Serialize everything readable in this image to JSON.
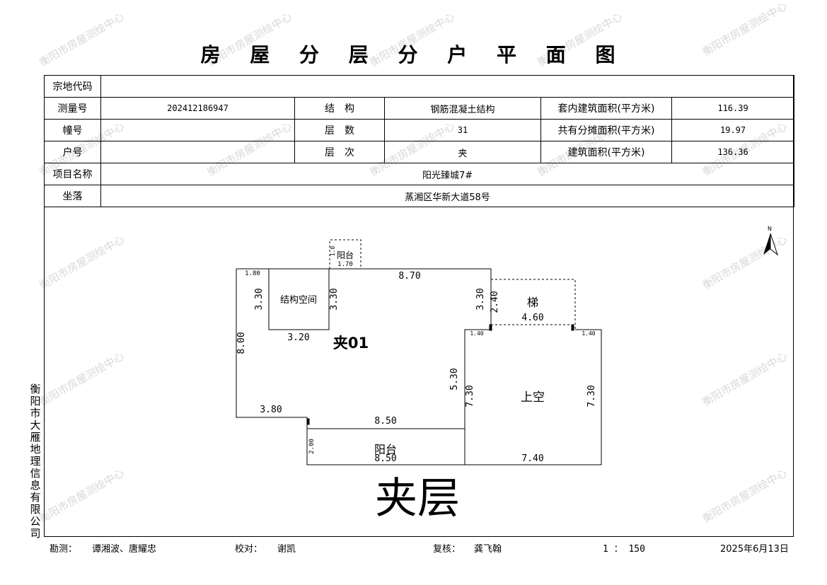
{
  "title": "房 屋 分 层 分 户 平 面 图",
  "watermark": "衡阳市房屋测绘中心",
  "info": {
    "parcel_code_label": "宗地代码",
    "parcel_code_value": "",
    "survey_no_label": "测量号",
    "survey_no_value": "202412186947",
    "structure_label": "结　构",
    "structure_value": "钢筋混凝土结构",
    "inner_area_label": "套内建筑面积(平方米)",
    "inner_area_value": "116.39",
    "building_no_label": "幢号",
    "building_no_value": "",
    "floors_label": "层　数",
    "floors_value": "31",
    "shared_area_label": "共有分摊面积(平方米)",
    "shared_area_value": "19.97",
    "unit_no_label": "户号",
    "unit_no_value": "",
    "floor_label": "层　次",
    "floor_value": "夹",
    "building_area_label": "建筑面积(平方米)",
    "building_area_value": "136.36",
    "project_label": "项目名称",
    "project_value": "阳光臻城7#",
    "location_label": "坐落",
    "location_value": "蒸湘区华新大道58号"
  },
  "plan": {
    "north": "N",
    "unit_label": "夹01",
    "struct_space": "结构空间",
    "balcony_top": "阳台",
    "stair": "梯",
    "open_above": "上空",
    "balcony_bottom": "阳台",
    "floor_name": "夹层",
    "dims": {
      "d_180": "1.80",
      "d_870": "8.70",
      "d_170": "1.70",
      "d_10": "1.0",
      "d_330a": "3.30",
      "d_330b": "3.30",
      "d_330c": "3.30",
      "d_240": "2.40",
      "d_460": "4.60",
      "d_140a": "1.40",
      "d_140b": "1.40",
      "d_320": "3.20",
      "d_800": "8.00",
      "d_530": "5.30",
      "d_730a": "7.30",
      "d_730b": "7.30",
      "d_380": "3.80",
      "d_850a": "8.50",
      "d_850b": "8.50",
      "d_200": "2.00",
      "d_740": "7.40"
    }
  },
  "side_text": "衡阳市大雁地理信息有限公司",
  "footer": {
    "survey_label": "勘测：",
    "surveyors": "谭湘波、唐耀忠",
    "check_label": "校对：",
    "checker": "谢凯",
    "review_label": "复核：",
    "reviewer": "龚飞翰",
    "scale": "1 ： 150",
    "date": "2025年6月13日"
  }
}
